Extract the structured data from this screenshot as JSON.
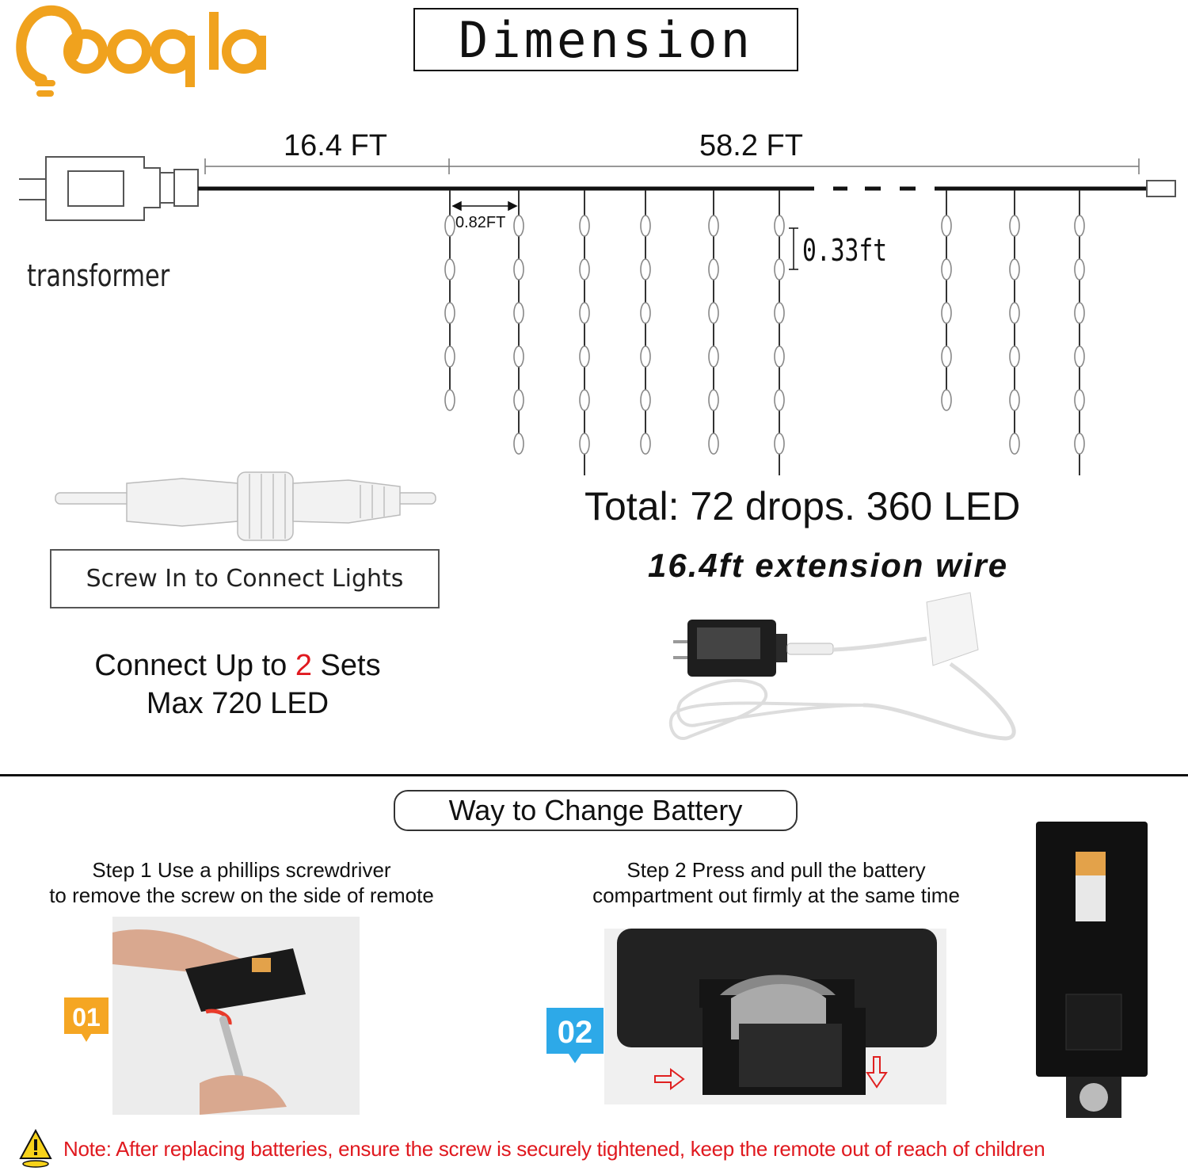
{
  "brand": {
    "name": "pooqla",
    "color": "#f0a21e"
  },
  "header": {
    "title": "Dimension"
  },
  "diagram": {
    "length_extension": "16.4 FT",
    "length_lights": "58.2 FT",
    "drop_spacing": "0.82FT",
    "led_spacing": "0.33ft",
    "transformer_label": "transformer"
  },
  "connector": {
    "caption": "Screw In to Connect Lights"
  },
  "connect_info": {
    "prefix": "Connect Up to ",
    "count": "2",
    "suffix": " Sets",
    "max": "Max 720 LED"
  },
  "totals": {
    "summary": "Total: 72 drops. 360 LED",
    "extension": "16.4ft extension wire"
  },
  "battery": {
    "title": "Way to Change Battery",
    "step1_line1": "Step 1 Use a phillips screwdriver",
    "step1_line2": "to remove the screw on the side of remote",
    "step2_line1": "Step 2 Press and pull the battery",
    "step2_line2": "compartment out firmly at the same time",
    "badge1": "01",
    "badge2": "02",
    "badge1_color": "#f5a623",
    "badge2_color": "#2da9e8"
  },
  "note": "Note: After replacing batteries, ensure the screw is securely tightened, keep the remote out of reach of children",
  "colors": {
    "accent_red": "#e0191f"
  }
}
